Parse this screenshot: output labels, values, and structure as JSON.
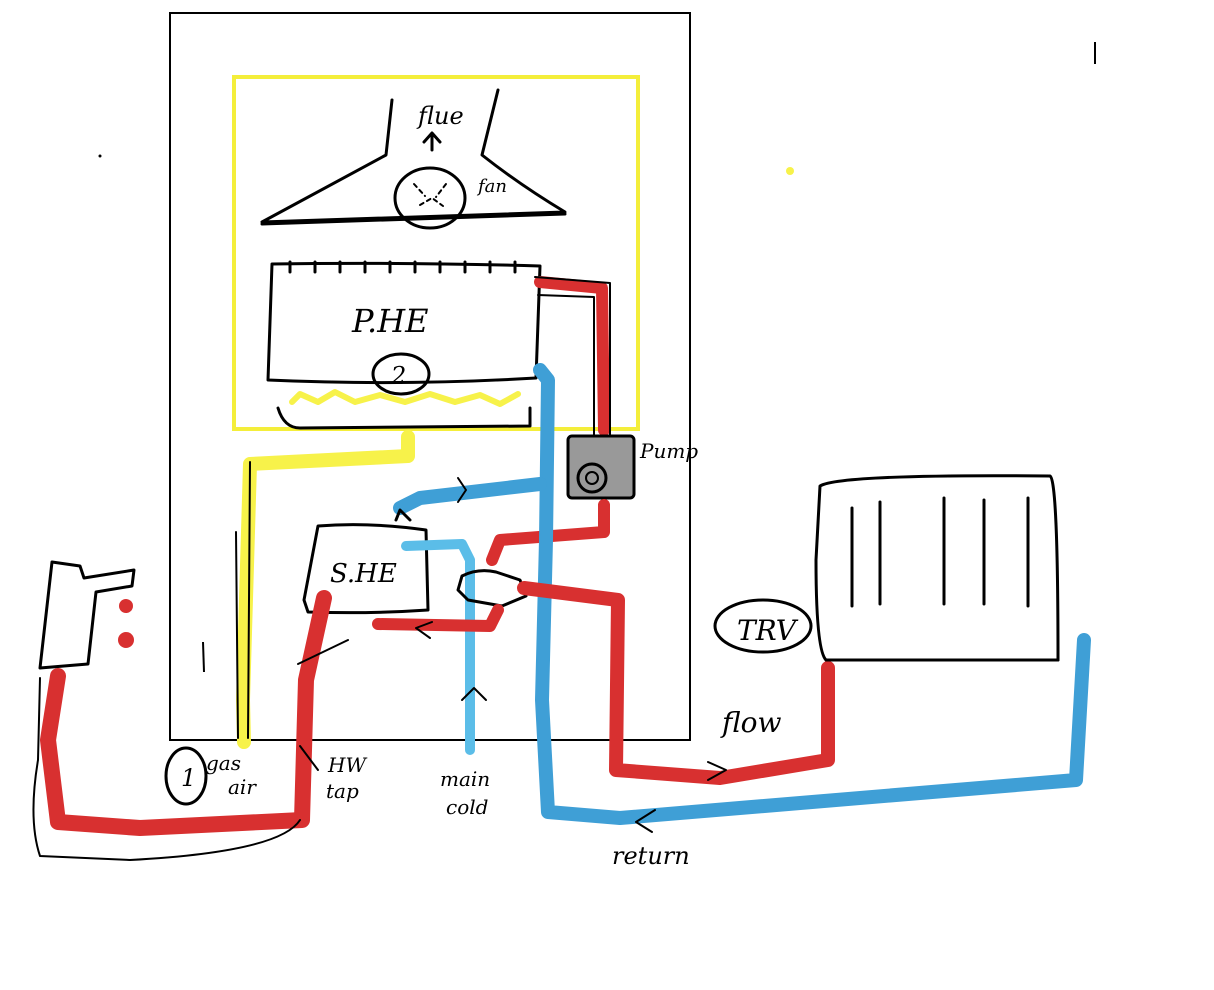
{
  "colors": {
    "ink": "#000000",
    "gas_air": "#f7f24a",
    "heating_flow": "#d83030",
    "heating_return": "#3f9fd6",
    "mains_cold": "#5bbde8",
    "pump_body": "#999999",
    "boiler_outline": "#f4ee3a"
  },
  "labels": {
    "flue": "flue",
    "fan": "fan",
    "phe": "P.HE",
    "phe_number": "2",
    "pump": "Pump",
    "she": "S.HE",
    "trv": "TRV",
    "flow": "flow",
    "return": "return",
    "gas_air_top": "gas",
    "gas_air_bottom": "air",
    "hw_tap_top": "HW",
    "hw_tap_bottom": "tap",
    "mains_cold_top": "main",
    "mains_cold_bottom": "cold",
    "circle_one": "1"
  }
}
